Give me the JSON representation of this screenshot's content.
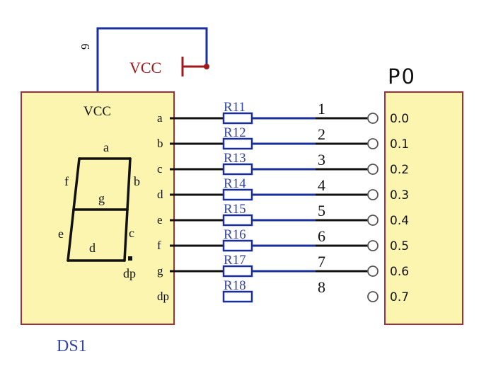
{
  "colors": {
    "component_fill": "#fcf5b0",
    "component_border": "#a0303a",
    "wire_black": "#111111",
    "wire_blue": "#1a2f9c",
    "vcc_red": "#a01818",
    "resistor_fill": "#ffffff",
    "resistor_stroke": "#1a2f9c",
    "ref_blue": "#3344aa"
  },
  "display": {
    "ref": "DS1",
    "vcc_pin_label": "VCC",
    "vcc_pin_number": "9",
    "pins": [
      "a",
      "b",
      "c",
      "d",
      "e",
      "f",
      "g",
      "dp"
    ],
    "segment_labels": {
      "a": "a",
      "b": "b",
      "c": "c",
      "d": "d",
      "e": "e",
      "f": "f",
      "g": "g",
      "dp": "dp"
    }
  },
  "power": {
    "label": "VCC"
  },
  "resistors": [
    "R11",
    "R12",
    "R13",
    "R14",
    "R15",
    "R16",
    "R17",
    "R18"
  ],
  "nets": [
    "1",
    "2",
    "3",
    "4",
    "5",
    "6",
    "7",
    "8"
  ],
  "port": {
    "name": "P0",
    "pins": [
      "0.0",
      "0.1",
      "0.2",
      "0.3",
      "0.4",
      "0.5",
      "0.6",
      "0.7"
    ]
  }
}
